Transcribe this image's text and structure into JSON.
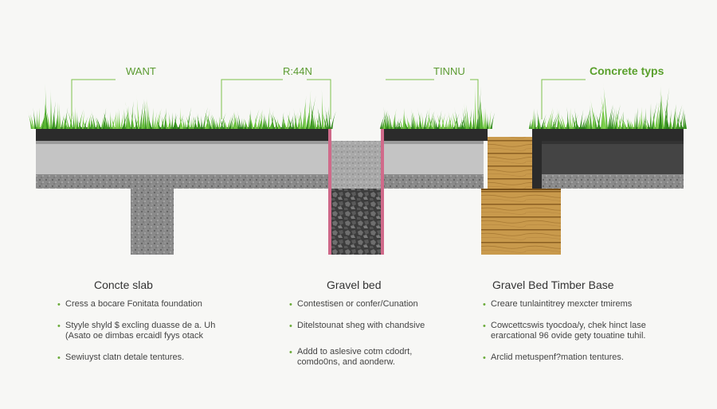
{
  "callouts": {
    "c1": "WANT",
    "c2": "R:44N",
    "c3": "TINNU",
    "c4": "Concrete typs"
  },
  "columns": [
    {
      "title": "Concte slab",
      "bullets": [
        "Cress a bocare Fonitata foundation",
        "Styyle shyld $ excling duasse de a. Uh (Asato oe dimbas ercaidl fyys otack",
        "Sewiuyst clatn detale tentures."
      ]
    },
    {
      "title": "Gravel bed",
      "bullets": [
        "Contestisen or confer/Cunation",
        "Ditelstounat sheg with chandsive",
        "Addd to aslesive cotm cdodrt, comdo0ns, and aonderw."
      ]
    },
    {
      "title": "Gravel Bed  Timber Base",
      "bullets": [
        "Creare tunlaintitrey mexcter tmirems",
        "Cowcettcswis tyocdoa/y, chek hinct lase erarcational 96 ovide gety touatine tuhil.",
        "Arclid metuspenf?mation tentures."
      ]
    }
  ],
  "colors": {
    "grass": "#4caf2a",
    "callout_line": "#7dc24a",
    "accent_pink": "#d06a8a",
    "timber": "#c8923a"
  },
  "icons": {
    "bullet": "•"
  }
}
